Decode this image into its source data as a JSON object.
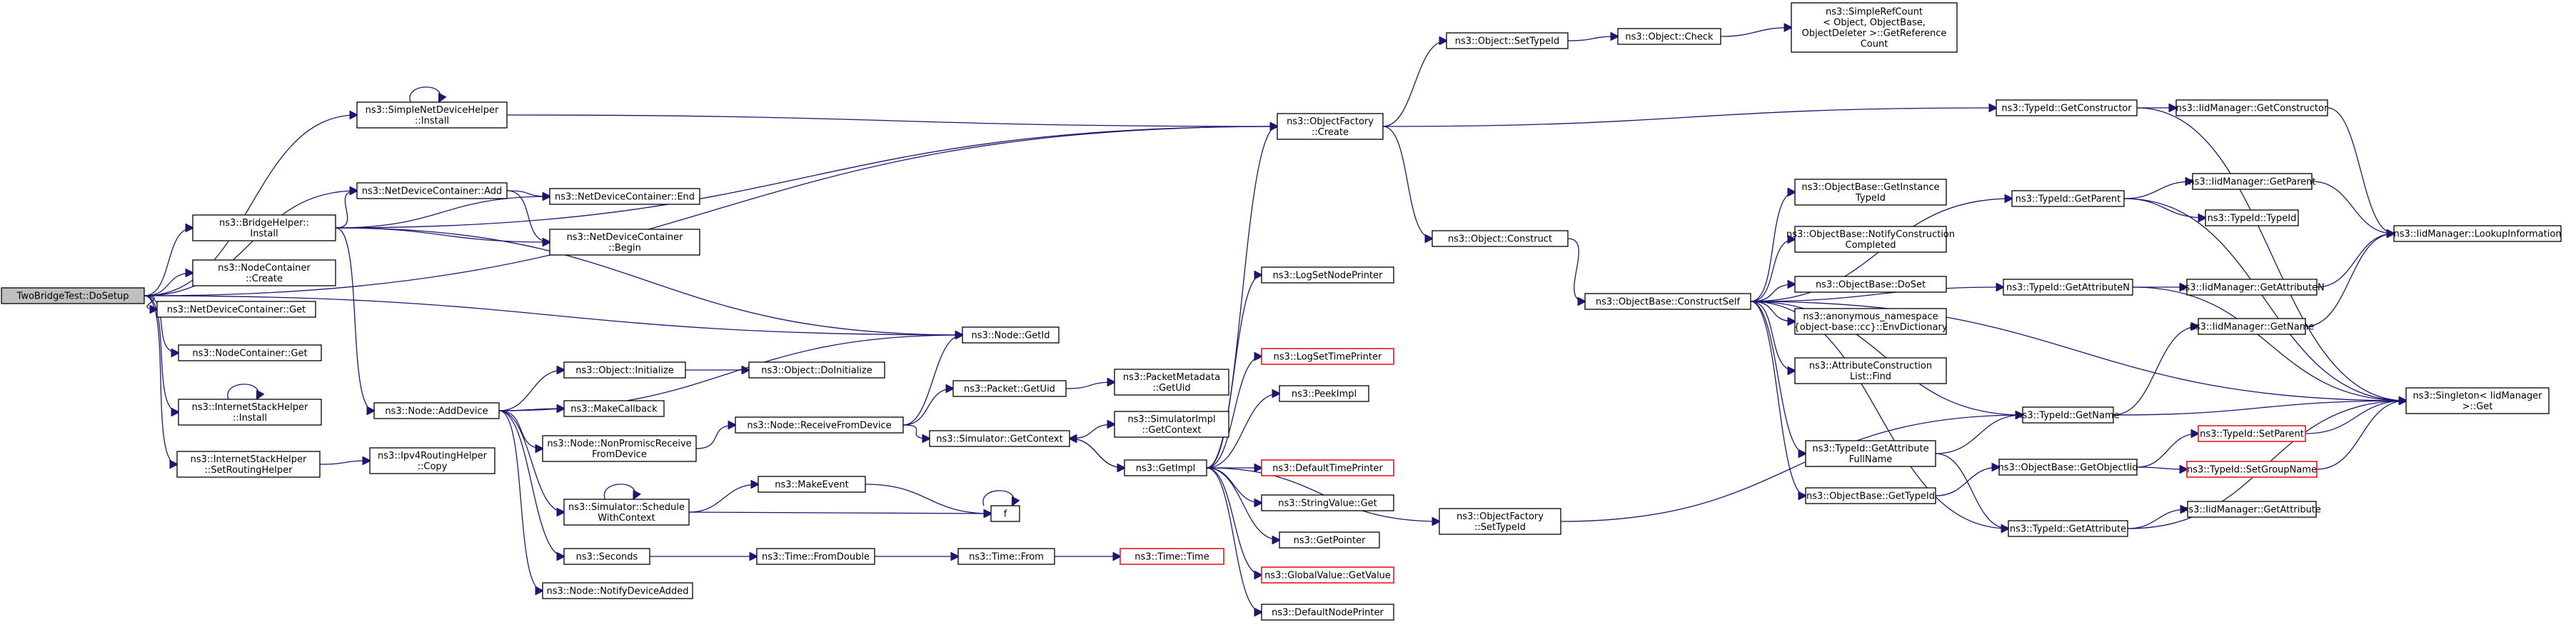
{
  "graph": {
    "title": "",
    "colors": {
      "edge": "#191970",
      "node_border": "#000000",
      "truncated_node_border": "#e31a1c",
      "root_fill": "#bfbfbf"
    },
    "nodes": [
      {
        "id": "root",
        "lines": [
          "TwoBridgeTest::DoSetup"
        ],
        "style": "root"
      },
      {
        "id": "sndh_install",
        "lines": [
          "ns3::SimpleNetDeviceHelper",
          "::Install"
        ]
      },
      {
        "id": "ndc_add",
        "lines": [
          "ns3::NetDeviceContainer::Add"
        ]
      },
      {
        "id": "bridge_install",
        "lines": [
          "ns3::BridgeHelper::",
          "Install"
        ]
      },
      {
        "id": "nc_create",
        "lines": [
          "ns3::NodeContainer",
          "::Create"
        ]
      },
      {
        "id": "ndc_get",
        "lines": [
          "ns3::NetDeviceContainer::Get"
        ]
      },
      {
        "id": "nc_get",
        "lines": [
          "ns3::NodeContainer::Get"
        ]
      },
      {
        "id": "ish_install",
        "lines": [
          "ns3::InternetStackHelper",
          "::Install"
        ]
      },
      {
        "id": "ish_setrouting",
        "lines": [
          "ns3::InternetStackHelper",
          "::SetRoutingHelper"
        ]
      },
      {
        "id": "node_adddevice",
        "lines": [
          "ns3::Node::AddDevice"
        ]
      },
      {
        "id": "ndc_end",
        "lines": [
          "ns3::NetDeviceContainer::End"
        ]
      },
      {
        "id": "ndc_begin",
        "lines": [
          "ns3::NetDeviceContainer",
          "::Begin"
        ]
      },
      {
        "id": "obj_initialize",
        "lines": [
          "ns3::Object::Initialize"
        ]
      },
      {
        "id": "makecallback",
        "lines": [
          "ns3::MakeCallback"
        ]
      },
      {
        "id": "node_nonpromisc",
        "lines": [
          "ns3::Node::NonPromiscReceive",
          "FromDevice"
        ]
      },
      {
        "id": "sim_schedctx",
        "lines": [
          "ns3::Simulator::Schedule",
          "WithContext"
        ]
      },
      {
        "id": "seconds",
        "lines": [
          "ns3::Seconds"
        ]
      },
      {
        "id": "node_notify",
        "lines": [
          "ns3::Node::NotifyDeviceAdded"
        ]
      },
      {
        "id": "ipv4rh_copy",
        "lines": [
          "ns3::Ipv4RoutingHelper",
          "::Copy"
        ]
      },
      {
        "id": "obj_doinit",
        "lines": [
          "ns3::Object::DoInitialize"
        ]
      },
      {
        "id": "node_getid",
        "lines": [
          "ns3::Node::GetId"
        ]
      },
      {
        "id": "node_recvfromdev",
        "lines": [
          "ns3::Node::ReceiveFromDevice"
        ]
      },
      {
        "id": "makeevent",
        "lines": [
          "ns3::MakeEvent"
        ]
      },
      {
        "id": "f",
        "lines": [
          "f"
        ]
      },
      {
        "id": "time_fromdouble",
        "lines": [
          "ns3::Time::FromDouble"
        ]
      },
      {
        "id": "packet_getuid",
        "lines": [
          "ns3::Packet::GetUid"
        ]
      },
      {
        "id": "sim_getcontext",
        "lines": [
          "ns3::Simulator::GetContext"
        ]
      },
      {
        "id": "time_from",
        "lines": [
          "ns3::Time::From"
        ]
      },
      {
        "id": "pktmeta_getuid",
        "lines": [
          "ns3::PacketMetadata",
          "::GetUid"
        ]
      },
      {
        "id": "simimpl_getctx",
        "lines": [
          "ns3::SimulatorImpl",
          "::GetContext"
        ]
      },
      {
        "id": "getimpl",
        "lines": [
          "ns3::GetImpl"
        ]
      },
      {
        "id": "time_time",
        "lines": [
          "ns3::Time::Time"
        ],
        "style": "red"
      },
      {
        "id": "logsetnode",
        "lines": [
          "ns3::LogSetNodePrinter"
        ]
      },
      {
        "id": "logsettime",
        "lines": [
          "ns3::LogSetTimePrinter"
        ],
        "style": "red"
      },
      {
        "id": "peekimpl",
        "lines": [
          "ns3::PeekImpl"
        ]
      },
      {
        "id": "defaulttime",
        "lines": [
          "ns3::DefaultTimePrinter"
        ],
        "style": "red"
      },
      {
        "id": "strval_get",
        "lines": [
          "ns3::StringValue::Get"
        ]
      },
      {
        "id": "getpointer",
        "lines": [
          "ns3::GetPointer"
        ]
      },
      {
        "id": "globalval_get",
        "lines": [
          "ns3::GlobalValue::GetValue"
        ],
        "style": "red"
      },
      {
        "id": "defaultnode",
        "lines": [
          "ns3::DefaultNodePrinter"
        ]
      },
      {
        "id": "of_create",
        "lines": [
          "ns3::ObjectFactory",
          "::Create"
        ]
      },
      {
        "id": "of_settypeid",
        "lines": [
          "ns3::ObjectFactory",
          "::SetTypeId"
        ]
      },
      {
        "id": "obj_settypeid",
        "lines": [
          "ns3::Object::SetTypeId"
        ]
      },
      {
        "id": "obj_construct",
        "lines": [
          "ns3::Object::Construct"
        ]
      },
      {
        "id": "obj_check",
        "lines": [
          "ns3::Object::Check"
        ]
      },
      {
        "id": "simplerefcount",
        "lines": [
          "ns3::SimpleRefCount",
          "< Object, ObjectBase,",
          "ObjectDeleter >::GetReference",
          "Count"
        ]
      },
      {
        "id": "ob_constructself",
        "lines": [
          "ns3::ObjectBase::ConstructSelf"
        ]
      },
      {
        "id": "ob_getinstance",
        "lines": [
          "ns3::ObjectBase::GetInstance",
          "TypeId"
        ]
      },
      {
        "id": "ob_notify",
        "lines": [
          "ns3::ObjectBase::NotifyConstruction",
          "Completed"
        ]
      },
      {
        "id": "ob_doset",
        "lines": [
          "ns3::ObjectBase::DoSet"
        ]
      },
      {
        "id": "anon_envdict",
        "lines": [
          "ns3::anonymous_namespace",
          "{object-base::cc}::EnvDictionary"
        ]
      },
      {
        "id": "attrconst_find",
        "lines": [
          "ns3::AttributeConstruction",
          "List::Find"
        ]
      },
      {
        "id": "tid_getattrfull",
        "lines": [
          "ns3::TypeId::GetAttribute",
          "FullName"
        ]
      },
      {
        "id": "ob_gettypeid",
        "lines": [
          "ns3::ObjectBase::GetTypeId"
        ]
      },
      {
        "id": "tid_getconstructor",
        "lines": [
          "ns3::TypeId::GetConstructor"
        ]
      },
      {
        "id": "tid_getparent",
        "lines": [
          "ns3::TypeId::GetParent"
        ]
      },
      {
        "id": "tid_getattrn",
        "lines": [
          "ns3::TypeId::GetAttributeN"
        ]
      },
      {
        "id": "tid_getname",
        "lines": [
          "ns3::TypeId::GetName"
        ]
      },
      {
        "id": "ob_getobjectiid",
        "lines": [
          "ns3::ObjectBase::GetObjectIid"
        ]
      },
      {
        "id": "tid_getattribute",
        "lines": [
          "ns3::TypeId::GetAttribute"
        ]
      },
      {
        "id": "iid_getconstructor",
        "lines": [
          "ns3::IidManager::GetConstructor"
        ]
      },
      {
        "id": "iid_getparent",
        "lines": [
          "ns3::IidManager::GetParent"
        ]
      },
      {
        "id": "tid_typeid",
        "lines": [
          "ns3::TypeId::TypeId"
        ]
      },
      {
        "id": "iid_getattrn",
        "lines": [
          "ns3::IidManager::GetAttributeN"
        ]
      },
      {
        "id": "iid_getname",
        "lines": [
          "ns3::IidManager::GetName"
        ]
      },
      {
        "id": "tid_setparent",
        "lines": [
          "ns3::TypeId::SetParent"
        ],
        "style": "red"
      },
      {
        "id": "tid_setgroupname",
        "lines": [
          "ns3::TypeId::SetGroupName"
        ],
        "style": "red"
      },
      {
        "id": "iid_getattribute",
        "lines": [
          "ns3::IidManager::GetAttribute"
        ]
      },
      {
        "id": "iid_lookupinfo",
        "lines": [
          "ns3::IidManager::LookupInformation"
        ]
      },
      {
        "id": "singleton_get",
        "lines": [
          "ns3::Singleton< IidManager",
          ">::Get"
        ]
      }
    ],
    "edges": [
      [
        "root",
        "sndh_install"
      ],
      [
        "root",
        "ndc_add"
      ],
      [
        "root",
        "bridge_install"
      ],
      [
        "root",
        "nc_create"
      ],
      [
        "root",
        "ndc_get"
      ],
      [
        "root",
        "nc_get"
      ],
      [
        "root",
        "ish_install"
      ],
      [
        "root",
        "ish_setrouting"
      ],
      [
        "root",
        "node_getid"
      ],
      [
        "root",
        "of_create"
      ],
      [
        "sndh_install",
        "sndh_install"
      ],
      [
        "sndh_install",
        "of_create"
      ],
      [
        "ndc_add",
        "ndc_end"
      ],
      [
        "ndc_add",
        "ndc_begin"
      ],
      [
        "bridge_install",
        "ndc_add"
      ],
      [
        "bridge_install",
        "ndc_end"
      ],
      [
        "bridge_install",
        "ndc_begin"
      ],
      [
        "bridge_install",
        "node_adddevice"
      ],
      [
        "bridge_install",
        "node_getid"
      ],
      [
        "bridge_install",
        "of_create"
      ],
      [
        "ish_install",
        "ish_install"
      ],
      [
        "ish_setrouting",
        "ipv4rh_copy"
      ],
      [
        "node_adddevice",
        "obj_initialize"
      ],
      [
        "node_adddevice",
        "makecallback"
      ],
      [
        "node_adddevice",
        "node_nonpromisc"
      ],
      [
        "node_adddevice",
        "sim_schedctx"
      ],
      [
        "node_adddevice",
        "seconds"
      ],
      [
        "node_adddevice",
        "node_notify"
      ],
      [
        "node_adddevice",
        "node_getid"
      ],
      [
        "obj_initialize",
        "obj_doinit"
      ],
      [
        "node_nonpromisc",
        "node_recvfromdev"
      ],
      [
        "node_recvfromdev",
        "node_getid"
      ],
      [
        "node_recvfromdev",
        "packet_getuid"
      ],
      [
        "node_recvfromdev",
        "sim_getcontext"
      ],
      [
        "sim_schedctx",
        "sim_schedctx"
      ],
      [
        "sim_schedctx",
        "makeevent"
      ],
      [
        "sim_schedctx",
        "f"
      ],
      [
        "makeevent",
        "f"
      ],
      [
        "f",
        "f"
      ],
      [
        "seconds",
        "time_fromdouble"
      ],
      [
        "time_fromdouble",
        "time_from"
      ],
      [
        "time_from",
        "time_time"
      ],
      [
        "packet_getuid",
        "pktmeta_getuid"
      ],
      [
        "sim_getcontext",
        "simimpl_getctx"
      ],
      [
        "sim_getcontext",
        "getimpl"
      ],
      [
        "getimpl",
        "sim_getcontext"
      ],
      [
        "getimpl",
        "logsetnode"
      ],
      [
        "getimpl",
        "logsettime"
      ],
      [
        "getimpl",
        "peekimpl"
      ],
      [
        "getimpl",
        "defaulttime"
      ],
      [
        "getimpl",
        "strval_get"
      ],
      [
        "getimpl",
        "getpointer"
      ],
      [
        "getimpl",
        "globalval_get"
      ],
      [
        "getimpl",
        "defaultnode"
      ],
      [
        "getimpl",
        "of_create"
      ],
      [
        "getimpl",
        "of_settypeid"
      ],
      [
        "of_create",
        "obj_settypeid"
      ],
      [
        "of_create",
        "obj_construct"
      ],
      [
        "of_create",
        "tid_getconstructor"
      ],
      [
        "obj_settypeid",
        "obj_check"
      ],
      [
        "obj_check",
        "simplerefcount"
      ],
      [
        "obj_construct",
        "ob_constructself"
      ],
      [
        "of_settypeid",
        "tid_getname"
      ],
      [
        "ob_constructself",
        "ob_getinstance"
      ],
      [
        "ob_constructself",
        "ob_notify"
      ],
      [
        "ob_constructself",
        "ob_doset"
      ],
      [
        "ob_constructself",
        "anon_envdict"
      ],
      [
        "ob_constructself",
        "attrconst_find"
      ],
      [
        "ob_constructself",
        "tid_getattrfull"
      ],
      [
        "ob_constructself",
        "ob_gettypeid"
      ],
      [
        "ob_constructself",
        "tid_getparent"
      ],
      [
        "ob_constructself",
        "tid_getattrn"
      ],
      [
        "ob_constructself",
        "tid_getname"
      ],
      [
        "ob_constructself",
        "tid_getattribute"
      ],
      [
        "ob_constructself",
        "singleton_get"
      ],
      [
        "tid_getattrfull",
        "tid_getname"
      ],
      [
        "tid_getattrfull",
        "tid_getattribute"
      ],
      [
        "ob_gettypeid",
        "ob_getobjectiid"
      ],
      [
        "ob_getobjectiid",
        "tid_setparent"
      ],
      [
        "ob_getobjectiid",
        "tid_setgroupname"
      ],
      [
        "tid_getconstructor",
        "iid_getconstructor"
      ],
      [
        "tid_getconstructor",
        "singleton_get"
      ],
      [
        "tid_getparent",
        "iid_getparent"
      ],
      [
        "tid_getparent",
        "tid_typeid"
      ],
      [
        "tid_getparent",
        "singleton_get"
      ],
      [
        "tid_getattrn",
        "iid_getattrn"
      ],
      [
        "tid_getattrn",
        "singleton_get"
      ],
      [
        "tid_getname",
        "iid_getname"
      ],
      [
        "tid_getname",
        "singleton_get"
      ],
      [
        "tid_getattribute",
        "iid_getattribute"
      ],
      [
        "tid_getattribute",
        "singleton_get"
      ],
      [
        "tid_setparent",
        "singleton_get"
      ],
      [
        "tid_setgroupname",
        "singleton_get"
      ],
      [
        "iid_getconstructor",
        "iid_lookupinfo"
      ],
      [
        "iid_getparent",
        "iid_lookupinfo"
      ],
      [
        "iid_getattrn",
        "iid_lookupinfo"
      ],
      [
        "iid_getname",
        "iid_lookupinfo"
      ]
    ]
  }
}
